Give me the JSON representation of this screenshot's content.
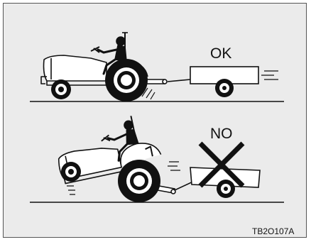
{
  "labels": {
    "ok": "OK",
    "no": "NO",
    "figure_code": "TB2O107A"
  },
  "colors": {
    "background": "#ebebeb",
    "ink": "#111111"
  }
}
